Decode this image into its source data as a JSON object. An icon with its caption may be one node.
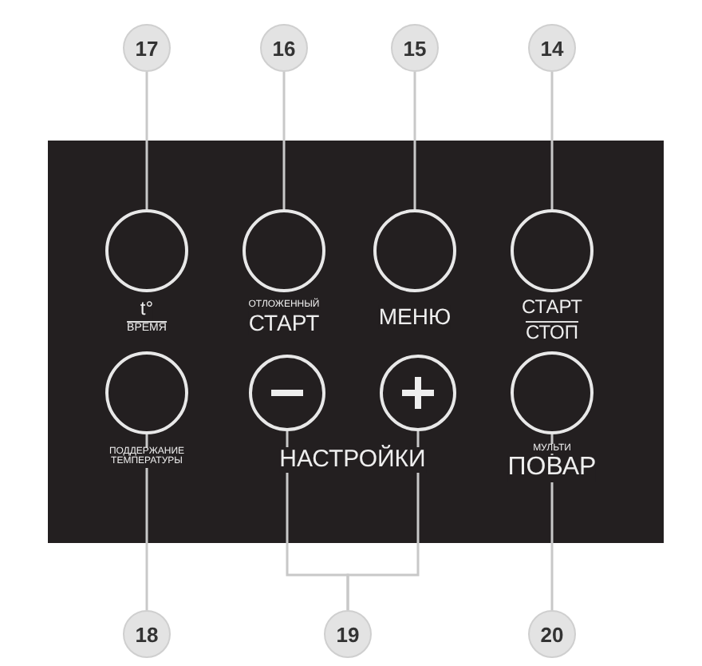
{
  "diagram": {
    "nodes": [
      {
        "text": [
          "17"
        ]
      },
      {
        "text": [
          "16"
        ]
      },
      {
        "text": [
          "15"
        ]
      },
      {
        "text": [
          "14"
        ]
      },
      {
        "text": [],
        "shape": "circle",
        "beside": [
          "t°",
          "ВРЕМЯ"
        ]
      },
      {
        "text": [],
        "shape": "circle",
        "beside": [
          "ОТЛОЖЕННЫЙ",
          "СТАРТ"
        ]
      },
      {
        "text": [],
        "shape": "circle",
        "beside": [
          "МЕНЮ"
        ]
      },
      {
        "text": [],
        "shape": "circle",
        "beside": [
          "СТАРТ",
          "СТОП"
        ]
      },
      {
        "text": [],
        "shape": "circle",
        "beside": [
          "ПОДДЕРЖАНИЕ ТЕМПЕРАТУРЫ"
        ]
      },
      {
        "text": [],
        "shape": "circle"
      },
      {
        "text": [],
        "shape": "circle"
      },
      {
        "text": [],
        "shape": "circle",
        "beside": [
          "МУЛЬТИ",
          "ПОВАР"
        ]
      },
      {
        "text": [
          "18"
        ]
      },
      {
        "text": [
          "19"
        ]
      },
      {
        "text": [
          "20"
        ]
      }
    ],
    "edges": [
      {
        "from": 0,
        "to": 4,
        "arrow": "none"
      },
      {
        "from": 1,
        "to": 5,
        "arrow": "none"
      },
      {
        "from": 2,
        "to": 6,
        "arrow": "none"
      },
      {
        "from": 3,
        "to": 7,
        "arrow": "none"
      },
      {
        "from": 12,
        "to": 8,
        "arrow": "none"
      },
      {
        "from": 13,
        "to": 9,
        "arrow": "none"
      },
      {
        "from": 13,
        "to": 10,
        "arrow": "none"
      },
      {
        "from": 14,
        "to": 11,
        "arrow": "none"
      }
    ],
    "labels": [
      "НАСТРОЙКИ"
    ]
  }
}
